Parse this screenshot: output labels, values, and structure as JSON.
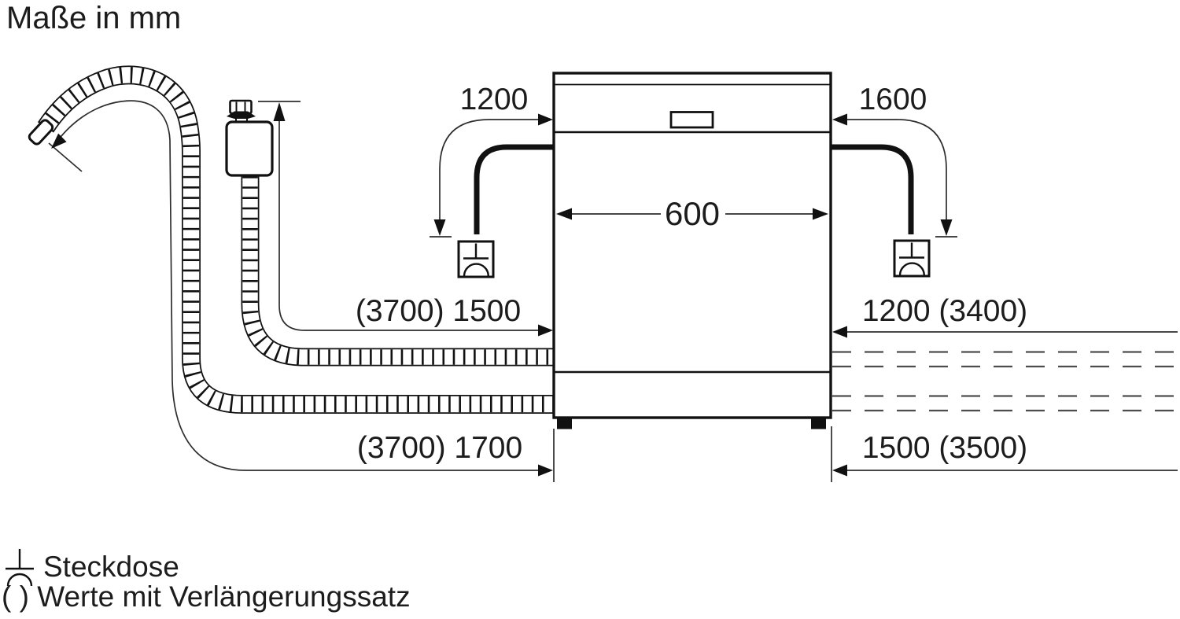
{
  "title": "Maße in mm",
  "dimensions": {
    "power_cord_left": "1200",
    "power_cord_right": "1600",
    "appliance_width": "600",
    "inlet_hose_left": "(3700) 1500",
    "inlet_hose_right": "1200 (3400)",
    "drain_hose_left": "(3700) 1700",
    "drain_hose_right": "1500 (3500)"
  },
  "legend": {
    "socket_label": "Steckdose",
    "extension_values_label": "( ) Werte mit Verlängerungssatz"
  },
  "icons": {
    "socket_symbol": "steckdose-socket-icon",
    "direction_arrow": "drain-hose-direction-arrow"
  },
  "colors": {
    "ink": "#111111",
    "thin_line": "#2d2d2d",
    "dash_line": "#4d4d4d",
    "background": "#ffffff",
    "text": "#1c1c1c"
  }
}
